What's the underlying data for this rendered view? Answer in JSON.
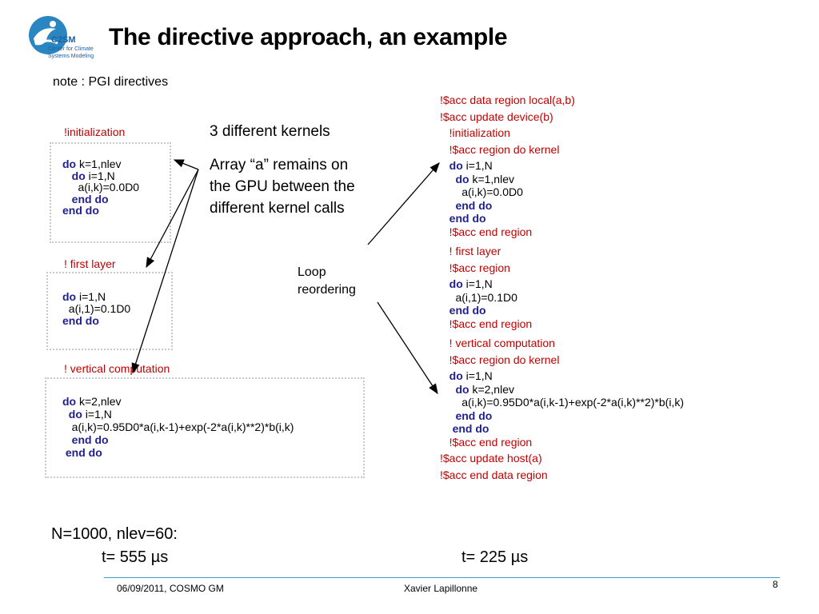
{
  "colors": {
    "accent_blue": "#1f5fa0",
    "comment_red": "#c00000",
    "keyword_blue": "#1f1f8f",
    "footer_line": "#3aa0c8"
  },
  "logo": {
    "mark": "C2SM",
    "line1": "Center for Climate",
    "line2": "Systems Modeling"
  },
  "title": "The directive approach, an example",
  "note": "note : PGI directives",
  "left": {
    "init_comment": "!initialization",
    "init_code": [
      {
        "kw": "do",
        "rest": " k=1,nlev",
        "indent": ""
      },
      {
        "kw": "do",
        "rest": " i=1,N",
        "indent": "   "
      },
      {
        "kw": "",
        "rest": "a(i,k)=0.0D0",
        "indent": "     "
      },
      {
        "kw": "end do",
        "rest": "",
        "indent": "   "
      },
      {
        "kw": "end do",
        "rest": "",
        "indent": ""
      }
    ],
    "first_comment": "! first layer",
    "first_code": [
      {
        "kw": "do",
        "rest": " i=1,N",
        "indent": ""
      },
      {
        "kw": "",
        "rest": "a(i,1)=0.1D0",
        "indent": "  "
      },
      {
        "kw": "end do",
        "rest": "",
        "indent": ""
      }
    ],
    "vert_comment": "! vertical computation",
    "vert_code": [
      {
        "kw": "do",
        "rest": " k=2,nlev",
        "indent": ""
      },
      {
        "kw": "do",
        "rest": " i=1,N",
        "indent": "  "
      },
      {
        "kw": "",
        "rest": "a(i,k)=0.95D0*a(i,k-1)+exp(-2*a(i,k)**2)*b(i,k)",
        "indent": "   "
      },
      {
        "kw": "end do",
        "rest": "",
        "indent": "   "
      },
      {
        "kw": "end do",
        "rest": "",
        "indent": " "
      }
    ]
  },
  "middle": {
    "kernels": "3 different kernels",
    "array_line1": "Array “a” remains on",
    "array_line2": "the GPU between the",
    "array_line3": "different kernel calls",
    "loop_line1": "Loop",
    "loop_line2": "reordering"
  },
  "right": [
    {
      "kw": "",
      "rest": "!$acc data region local(a,b)",
      "indent": "",
      "red": true
    },
    {
      "kw": "",
      "rest": "!$acc update device(b)",
      "indent": "",
      "red": true
    },
    {
      "kw": "",
      "rest": "!initialization",
      "indent": "   ",
      "red": true
    },
    {
      "kw": "",
      "rest": "!$acc region do kernel",
      "indent": "   ",
      "red": true
    },
    {
      "kw": "do",
      "rest": " i=1,N",
      "indent": "   "
    },
    {
      "kw": "do",
      "rest": " k=1,nlev",
      "indent": "     "
    },
    {
      "kw": "",
      "rest": "a(i,k)=0.0D0",
      "indent": "       "
    },
    {
      "kw": "end do",
      "rest": "",
      "indent": "     "
    },
    {
      "kw": "end do",
      "rest": "",
      "indent": "   "
    },
    {
      "kw": "",
      "rest": "!$acc end region",
      "indent": "   ",
      "red": true
    },
    {
      "kw": "",
      "rest": "! first layer",
      "indent": "   ",
      "red": true
    },
    {
      "kw": "",
      "rest": "!$acc region",
      "indent": "   ",
      "red": true
    },
    {
      "kw": "do",
      "rest": " i=1,N",
      "indent": "   "
    },
    {
      "kw": "",
      "rest": "a(i,1)=0.1D0",
      "indent": "     "
    },
    {
      "kw": "end do",
      "rest": "",
      "indent": "   "
    },
    {
      "kw": "",
      "rest": "!$acc end region",
      "indent": "   ",
      "red": true
    },
    {
      "kw": "",
      "rest": "! vertical computation",
      "indent": "   ",
      "red": true
    },
    {
      "kw": "",
      "rest": "!$acc region do kernel",
      "indent": "   ",
      "red": true
    },
    {
      "kw": "do",
      "rest": " i=1,N",
      "indent": "   "
    },
    {
      "kw": "do",
      "rest": " k=2,nlev",
      "indent": "     "
    },
    {
      "kw": "",
      "rest": "a(i,k)=0.95D0*a(i,k-1)+exp(-2*a(i,k)**2)*b(i,k)",
      "indent": "       "
    },
    {
      "kw": "end do",
      "rest": "",
      "indent": "     "
    },
    {
      "kw": "end do",
      "rest": "",
      "indent": "    "
    },
    {
      "kw": "",
      "rest": "!$acc end region",
      "indent": "   ",
      "red": true
    },
    {
      "kw": "",
      "rest": "!$acc update host(a)",
      "indent": "",
      "red": true
    },
    {
      "kw": "",
      "rest": "!$acc end data region",
      "indent": "",
      "red": true
    }
  ],
  "results": {
    "params": "N=1000, nlev=60:",
    "time_left": "t= 555 µs",
    "time_right": "t= 225 µs"
  },
  "footer": {
    "date": "06/09/2011, COSMO GM",
    "author": "Xavier Lapillonne",
    "page": "8"
  }
}
